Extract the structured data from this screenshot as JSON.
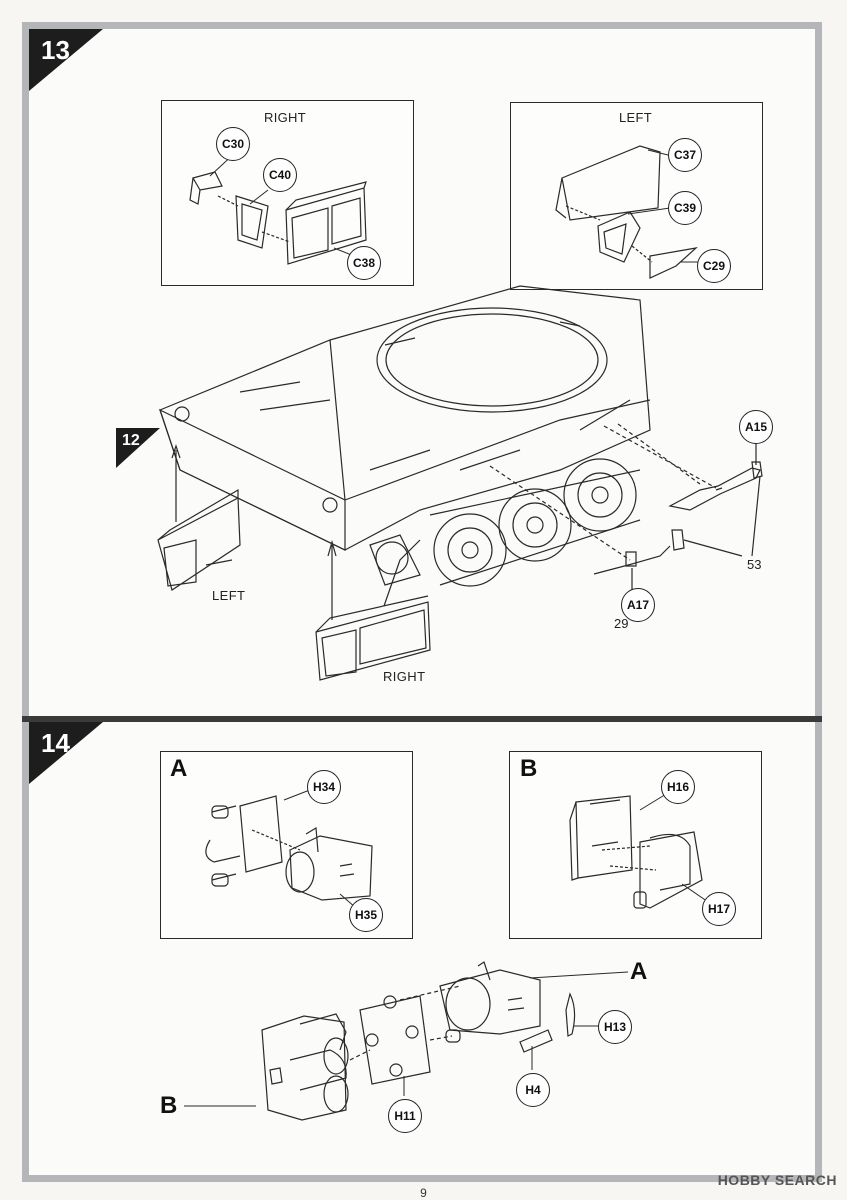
{
  "step13": {
    "number": "13",
    "previous_step_ref": "12",
    "panel_right": {
      "title": "RIGHT",
      "parts": [
        "C30",
        "C40",
        "C38"
      ]
    },
    "panel_left": {
      "title": "LEFT",
      "parts": [
        "C37",
        "C39",
        "C29"
      ]
    },
    "main_labels": {
      "left": "LEFT",
      "right": "RIGHT"
    },
    "parts": {
      "a15": "A15",
      "a17": "A17"
    },
    "numbers": {
      "n53": "53",
      "n29": "29"
    }
  },
  "step14": {
    "number": "14",
    "panel_a": {
      "letter": "A",
      "parts": [
        "H34",
        "H35"
      ]
    },
    "panel_b": {
      "letter": "B",
      "parts": [
        "H16",
        "H17"
      ]
    },
    "main": {
      "label_a": "A",
      "label_b": "B",
      "parts": [
        "H13",
        "H4",
        "H11"
      ]
    }
  },
  "page_number": "9",
  "watermark": "HOBBY SEARCH"
}
